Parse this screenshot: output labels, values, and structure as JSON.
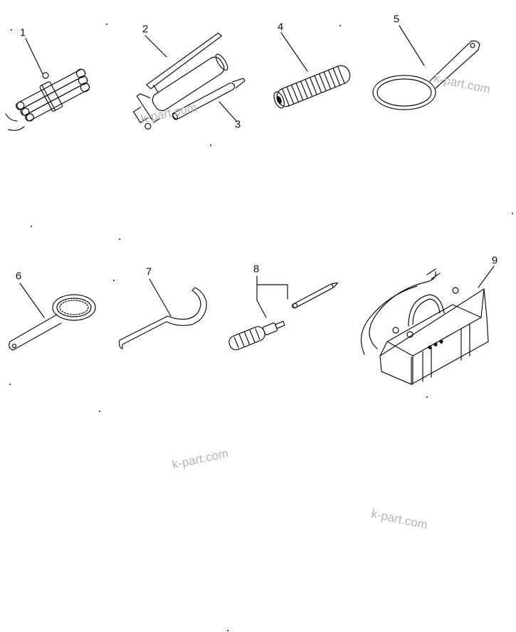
{
  "callouts": {
    "c1": "1",
    "c2": "2",
    "c3": "3",
    "c4": "4",
    "c5": "5",
    "c6": "6",
    "c7": "7",
    "c8": "8",
    "c9": "9"
  },
  "watermark": "k-part.com",
  "colors": {
    "line": "#111111",
    "watermark": "#b4b4b4",
    "background": "#ffffff"
  }
}
